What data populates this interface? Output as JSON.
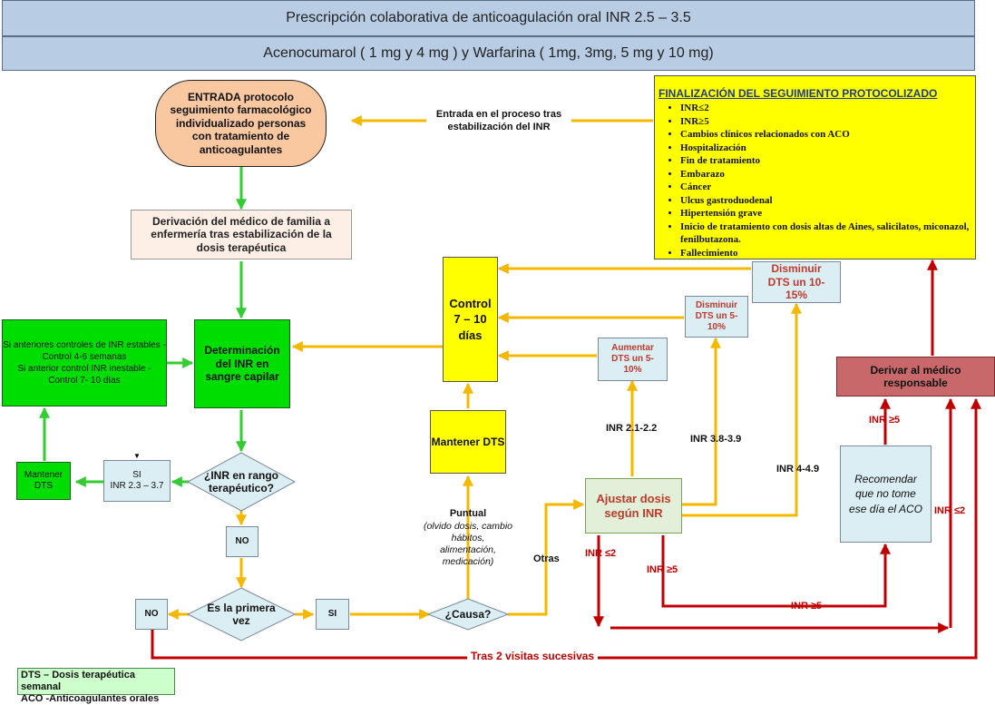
{
  "header": {
    "title": "Prescripción colaborativa de anticoagulación oral INR 2.5 – 3.5",
    "subtitle": "Acenocumarol ( 1 mg y 4 mg ) y Warfarina ( 1mg, 3mg, 5 mg y 10 mg)"
  },
  "nodes": {
    "entrada": "ENTRADA protocolo seguimiento farmacológico individualizado personas con tratamiento de anticoagulantes",
    "derivacion": "Derivación del médico de familia a enfermería tras estabilización de la dosis terapéutica",
    "determinacion": "Determinación del INR en sangre capilar",
    "anteriores": [
      "Si anteriores controles de INR estables -",
      "Control 4-6 semanas",
      "Si anterior control INR inestable -",
      "Control 7- 10 días"
    ],
    "mantener_small": "Mantener DTS",
    "si_range": [
      "SI",
      "INR 2.3 – 3.7"
    ],
    "inr_rango": "¿INR en rango terapéutico?",
    "no1": "NO",
    "primera": "Es la primera vez",
    "no2": "NO",
    "si2": "SI",
    "causa": "¿Causa?",
    "mantener_big": "Mantener DTS",
    "control": "Control 7 – 10 días",
    "aumentar": "Aumentar DTS un 5-10%",
    "disminuir_5": "Disminuir DTS un 5-10%",
    "disminuir_10": "Disminuir DTS un 10-15%",
    "ajustar": "Ajustar dosis según INR",
    "derivar": "Derivar al médico responsable",
    "recomendar": "Recomendar que no tome ese día el ACO"
  },
  "final": {
    "title": "FINALIZACIÓN DEL SEGUIMIENTO PROTOCOLIZADO",
    "items": [
      "INR≤2",
      "INR≥5",
      "Cambios clínicos relacionados con ACO",
      "Hospitalización",
      "Fin de tratamiento",
      "Embarazo",
      "Cáncer",
      "Ulcus gastroduodenal",
      "Hipertensión grave",
      "Inicio de tratamiento con dosis altas de Aines, salicilatos, miconazol, fenilbutazona.",
      "Fallecimiento"
    ]
  },
  "labels": {
    "entrada_proceso": "Entrada en el proceso tras estabilización del INR",
    "puntual_title": "Puntual",
    "puntual_detail": "(olvido dosis, cambio hábitos, alimentación, medicación)",
    "otras": "Otras",
    "inr_21": "INR 2.1-2.2",
    "inr_38": "INR 3.8-3.9",
    "inr_44": "INR 4-4.9",
    "inr_le2_a": "INR ≤2",
    "inr_ge5_a": "INR ≥5",
    "inr_ge5_b": "INR ≥5",
    "inr_ge5_c": "INR ≥5",
    "inr_le2_b": "INR ≤2",
    "tras2": "Tras 2 visitas sucesivas"
  },
  "legend": {
    "line1": "DTS – Dosis terapéutica semanal",
    "line2": "ACO -Anticoagulantes orales"
  },
  "colors": {
    "header_bg": "#b8cce4",
    "green_box": "#00dd00",
    "yellow_box": "#ffff00",
    "orange_node": "#f9c8a0",
    "light_blue": "#dbeef4",
    "red_box": "#c0504d",
    "arrow_green": "#33cc33",
    "arrow_yellow": "#f5b800",
    "arrow_red": "#c00000"
  }
}
